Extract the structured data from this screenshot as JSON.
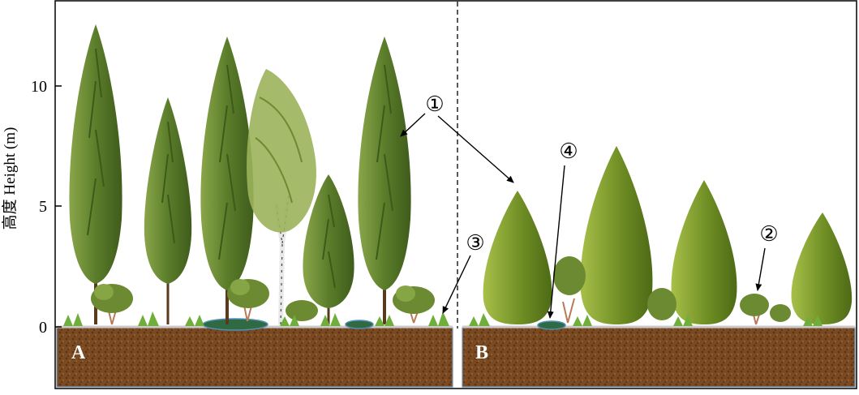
{
  "axis": {
    "ylabel": "高度 Height (m)",
    "ticks": [
      "0",
      "5",
      "10"
    ]
  },
  "panels": {
    "a_label": "A",
    "b_label": "B"
  },
  "callouts": {
    "c1": "①",
    "c2": "②",
    "c3": "③",
    "c4": "④"
  },
  "colors": {
    "soil": "#7a4a22",
    "soil_dark": "#5a3212",
    "conifer": "#5b7d2a",
    "conifer_light": "#8aa64a",
    "cypress": "#6f8e24",
    "birch_leaf": "#9bb35a",
    "shrub": "#6c8a32",
    "grass": "#6fae3a",
    "pool": "#2f6a43"
  },
  "icons": [
    "columnar-conifer-icon",
    "birch-tree-icon",
    "pyramidal-cypress-icon",
    "shrub-icon",
    "grass-tuft-icon",
    "pool-icon"
  ]
}
